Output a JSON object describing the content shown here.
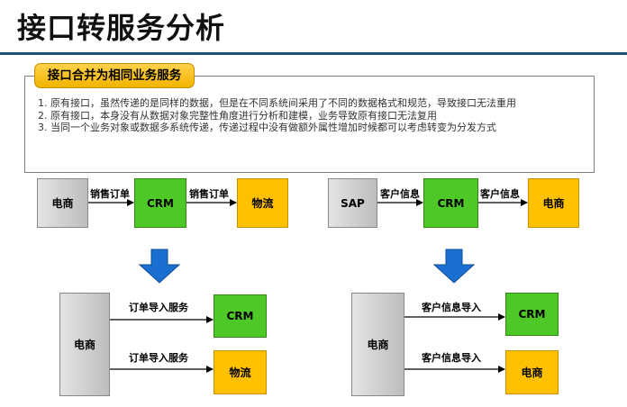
{
  "page": {
    "title": "接口转服务分析",
    "section_tag": "接口合并为相同业务服务",
    "bullets": [
      "1.  原有接口，虽然传递的是同样的数据，但是在不同系统间采用了不同的数据格式和规范，导致接口无法重用",
      "2.  原有接口，本身没有从数据对象完整性角度进行分析和建模，业务导致原有接口无法复用",
      "3.  当同一个业务对象或数据多系统传递，传递过程中没有做额外属性增加时候都可以考虑转变为分发方式"
    ]
  },
  "left_before": {
    "source": "电商",
    "hub": "CRM",
    "target": "物流",
    "edge1": "销售订单",
    "edge2": "销售订单"
  },
  "right_before": {
    "source": "SAP",
    "hub": "CRM",
    "target": "电商",
    "edge1": "客户信息",
    "edge2": "客户信息"
  },
  "left_after": {
    "provider": "电商",
    "consumer1": "CRM",
    "consumer2": "物流",
    "service1": "订单导入服务",
    "service2": "订单导入服务"
  },
  "right_after": {
    "provider": "电商",
    "consumer1": "CRM",
    "consumer2": "电商",
    "service1": "客户信息导入",
    "service2": "客户信息导入"
  },
  "colors": {
    "title_rule": "#1f4e79",
    "tag_fill": "#ffc000",
    "system_green": "#4ec826",
    "system_gold": "#ffc000",
    "system_gray": "#bdbdbd",
    "transform_arrow": "#1a6fd1"
  },
  "icons": [
    "down-arrow-icon"
  ]
}
